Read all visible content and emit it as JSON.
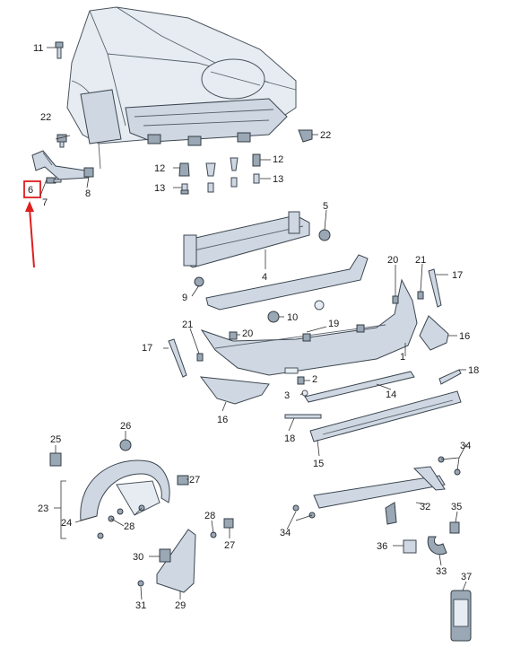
{
  "colors": {
    "highlight": "#e01e1e",
    "part_fill": "#cfd8e2",
    "part_stroke": "#3c4650",
    "background": "#ffffff"
  },
  "labels": {
    "l11": "11",
    "l22a": "22",
    "l22b": "22",
    "l6": "6",
    "l7": "7",
    "l8": "8",
    "l12a": "12",
    "l12b": "12",
    "l13a": "13",
    "l13b": "13",
    "l5": "5",
    "l4": "4",
    "l9": "9",
    "l10": "10",
    "l20a": "20",
    "l21a": "21",
    "l17a": "17",
    "l16a": "16",
    "l21b": "21",
    "l20b": "20",
    "l19": "19",
    "l1": "1",
    "l17b": "17",
    "l2": "2",
    "l3": "3",
    "l14": "14",
    "l18a": "18",
    "l16b": "16",
    "l18b": "18",
    "l15": "15",
    "l26": "26",
    "l25": "25",
    "l23": "23",
    "l24": "24",
    "l27a": "27",
    "l28a": "28",
    "l28b": "28",
    "l27b": "27",
    "l30": "30",
    "l31": "31",
    "l29": "29",
    "l34a": "34",
    "l34b": "34",
    "l32": "32",
    "l35": "35",
    "l36": "36",
    "l33": "33",
    "l37": "37"
  }
}
